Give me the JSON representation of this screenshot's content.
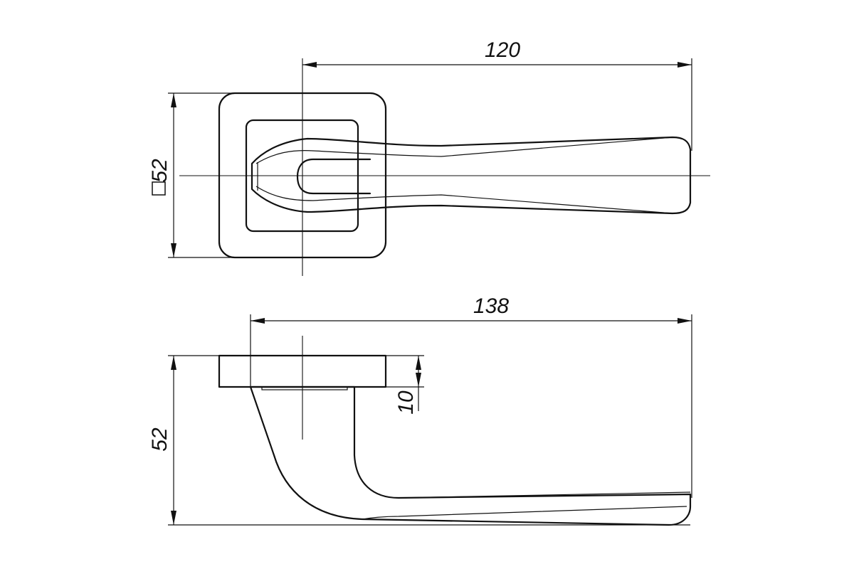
{
  "dimensions": {
    "top_length": "120",
    "top_rose_size": "52",
    "bottom_length": "138",
    "bottom_height": "52",
    "rose_thickness": "10"
  },
  "symbols": {
    "square_symbol": "square-symbol-icon"
  },
  "colors": {
    "line": "#111111",
    "background": "#ffffff"
  }
}
